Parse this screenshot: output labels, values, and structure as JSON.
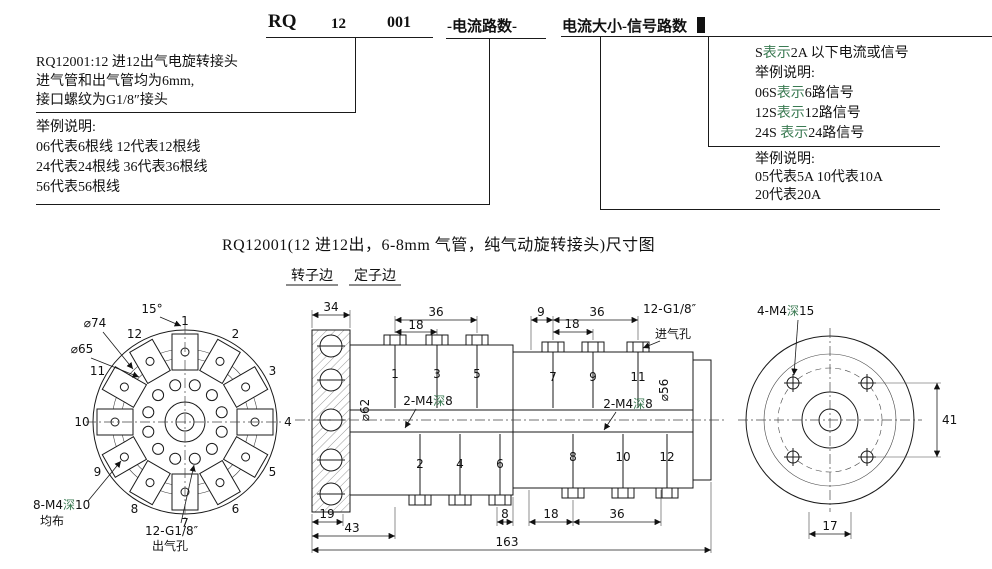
{
  "colors": {
    "ink": "#1a1a1a",
    "glyph_green": "#3a7a52",
    "background": "#ffffff"
  },
  "header": {
    "rq": "RQ",
    "n12": "12",
    "n001": "001",
    "seg_circuits": "-电流路数-",
    "seg_current_signal": "电流大小-信号路数"
  },
  "callout_rq": {
    "l1": "RQ12001:12  进12出气电旋转接头",
    "l2": "进气管和出气管均为6mm,",
    "l3": "接口螺纹为G1/8″接头"
  },
  "callout_circuits": {
    "l1": "举例说明:",
    "l2": "06代表6根线    12代表12根线",
    "l3": "24代表24根线 36代表36根线",
    "l4": "56代表56根线"
  },
  "callout_signal": {
    "l1a": "S",
    "l1b": "表示",
    "l1c": "2A 以下电流或信号",
    "l2": "举例说明:",
    "l3a": "06S",
    "l3b": "表示",
    "l3c": "6路信号",
    "l4a": "12S",
    "l4b": "表示",
    "l4c": "12路信号",
    "l5a": "24S ",
    "l5b": "表示",
    "l5c": "24路信号"
  },
  "callout_current": {
    "l1": "举例说明:",
    "l2": "05代表5A  10代表10A",
    "l3": "20代表20A"
  },
  "title": "RQ12001(12 进12出，6-8mm 气管，纯气动旋转接头)尺寸图",
  "views": {
    "side_labels": {
      "rotor": "转子边",
      "stator": "定子边"
    },
    "front": {
      "d74": "⌀74",
      "d65": "⌀65",
      "angle": "15°",
      "positions": [
        "1",
        "2",
        "3",
        "4",
        "5",
        "6",
        "7",
        "8",
        "9",
        "10",
        "11",
        "12"
      ],
      "bolts_a": "8-M4",
      "bolts_b": "深",
      "bolts_c": "10",
      "bolts2": "均布",
      "outlet1": "12-G1/8″",
      "outlet2": "出气孔"
    },
    "section": {
      "dims_top": {
        "d34": "34",
        "d36l": "36",
        "d18l": "18",
        "d9": "9",
        "d36r": "36",
        "d18r": "18"
      },
      "inlet1": "12-G1/8″",
      "inlet2": "进气孔",
      "ports_top": [
        "1",
        "3",
        "5",
        "7",
        "9",
        "11"
      ],
      "ports_bottom": [
        "2",
        "4",
        "6",
        "8",
        "10",
        "12"
      ],
      "d62": "⌀62",
      "d56": "⌀56",
      "m4a": "2-M4",
      "m4b": "深",
      "m4c": "8",
      "dims_bottom": {
        "d19": "19",
        "d43": "43",
        "d8": "8",
        "d18": "18",
        "d36": "36",
        "d163": "163"
      }
    },
    "end": {
      "m4a": "4-M4",
      "m4b": "深",
      "m4c": "15",
      "d41": "41",
      "d17": "17"
    }
  }
}
